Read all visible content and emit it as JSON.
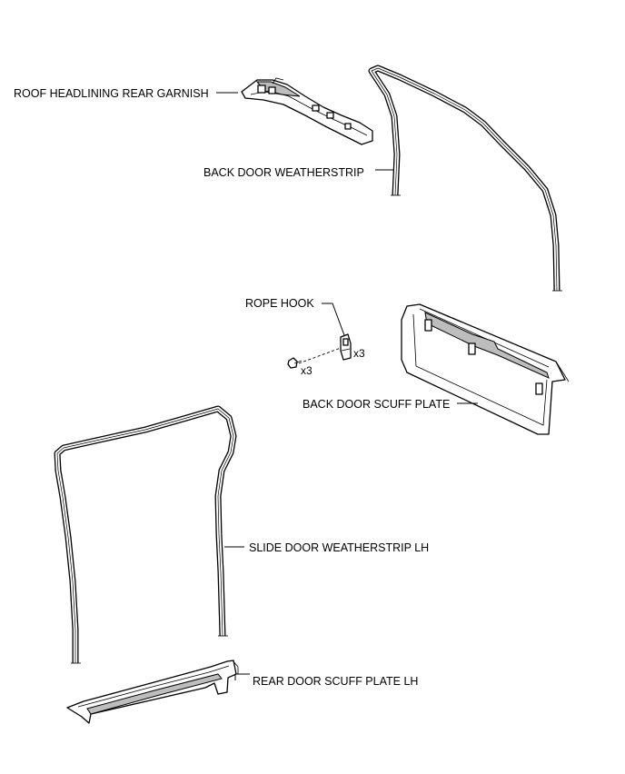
{
  "parts": {
    "roof_headlining_rear_garnish": "ROOF HEADLINING REAR GARNISH",
    "back_door_weatherstrip": "BACK DOOR WEATHERSTRIP",
    "rope_hook": "ROPE HOOK",
    "back_door_scuff_plate": "BACK DOOR SCUFF PLATE",
    "slide_door_weatherstrip_lh": "SLIDE DOOR WEATHERSTRIP LH",
    "rear_door_scuff_plate_lh": "REAR DOOR SCUFF PLATE LH"
  },
  "quantities": {
    "rope_hook_count": "x3",
    "screw_count": "x3"
  }
}
